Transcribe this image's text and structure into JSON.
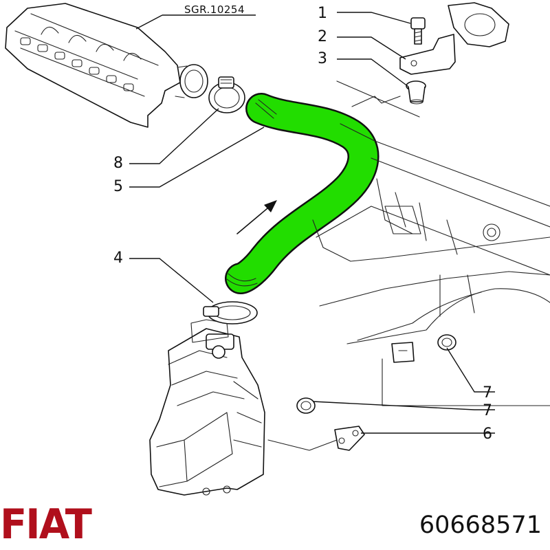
{
  "diagram": {
    "reference_code": "SGR.10254",
    "callouts": [
      "1",
      "2",
      "3",
      "8",
      "5",
      "4",
      "7",
      "7",
      "6"
    ]
  },
  "brand": {
    "name": "FIAT",
    "color": "#b00f1c"
  },
  "part": {
    "number": "60668571",
    "highlight_color": "#22dd00"
  }
}
